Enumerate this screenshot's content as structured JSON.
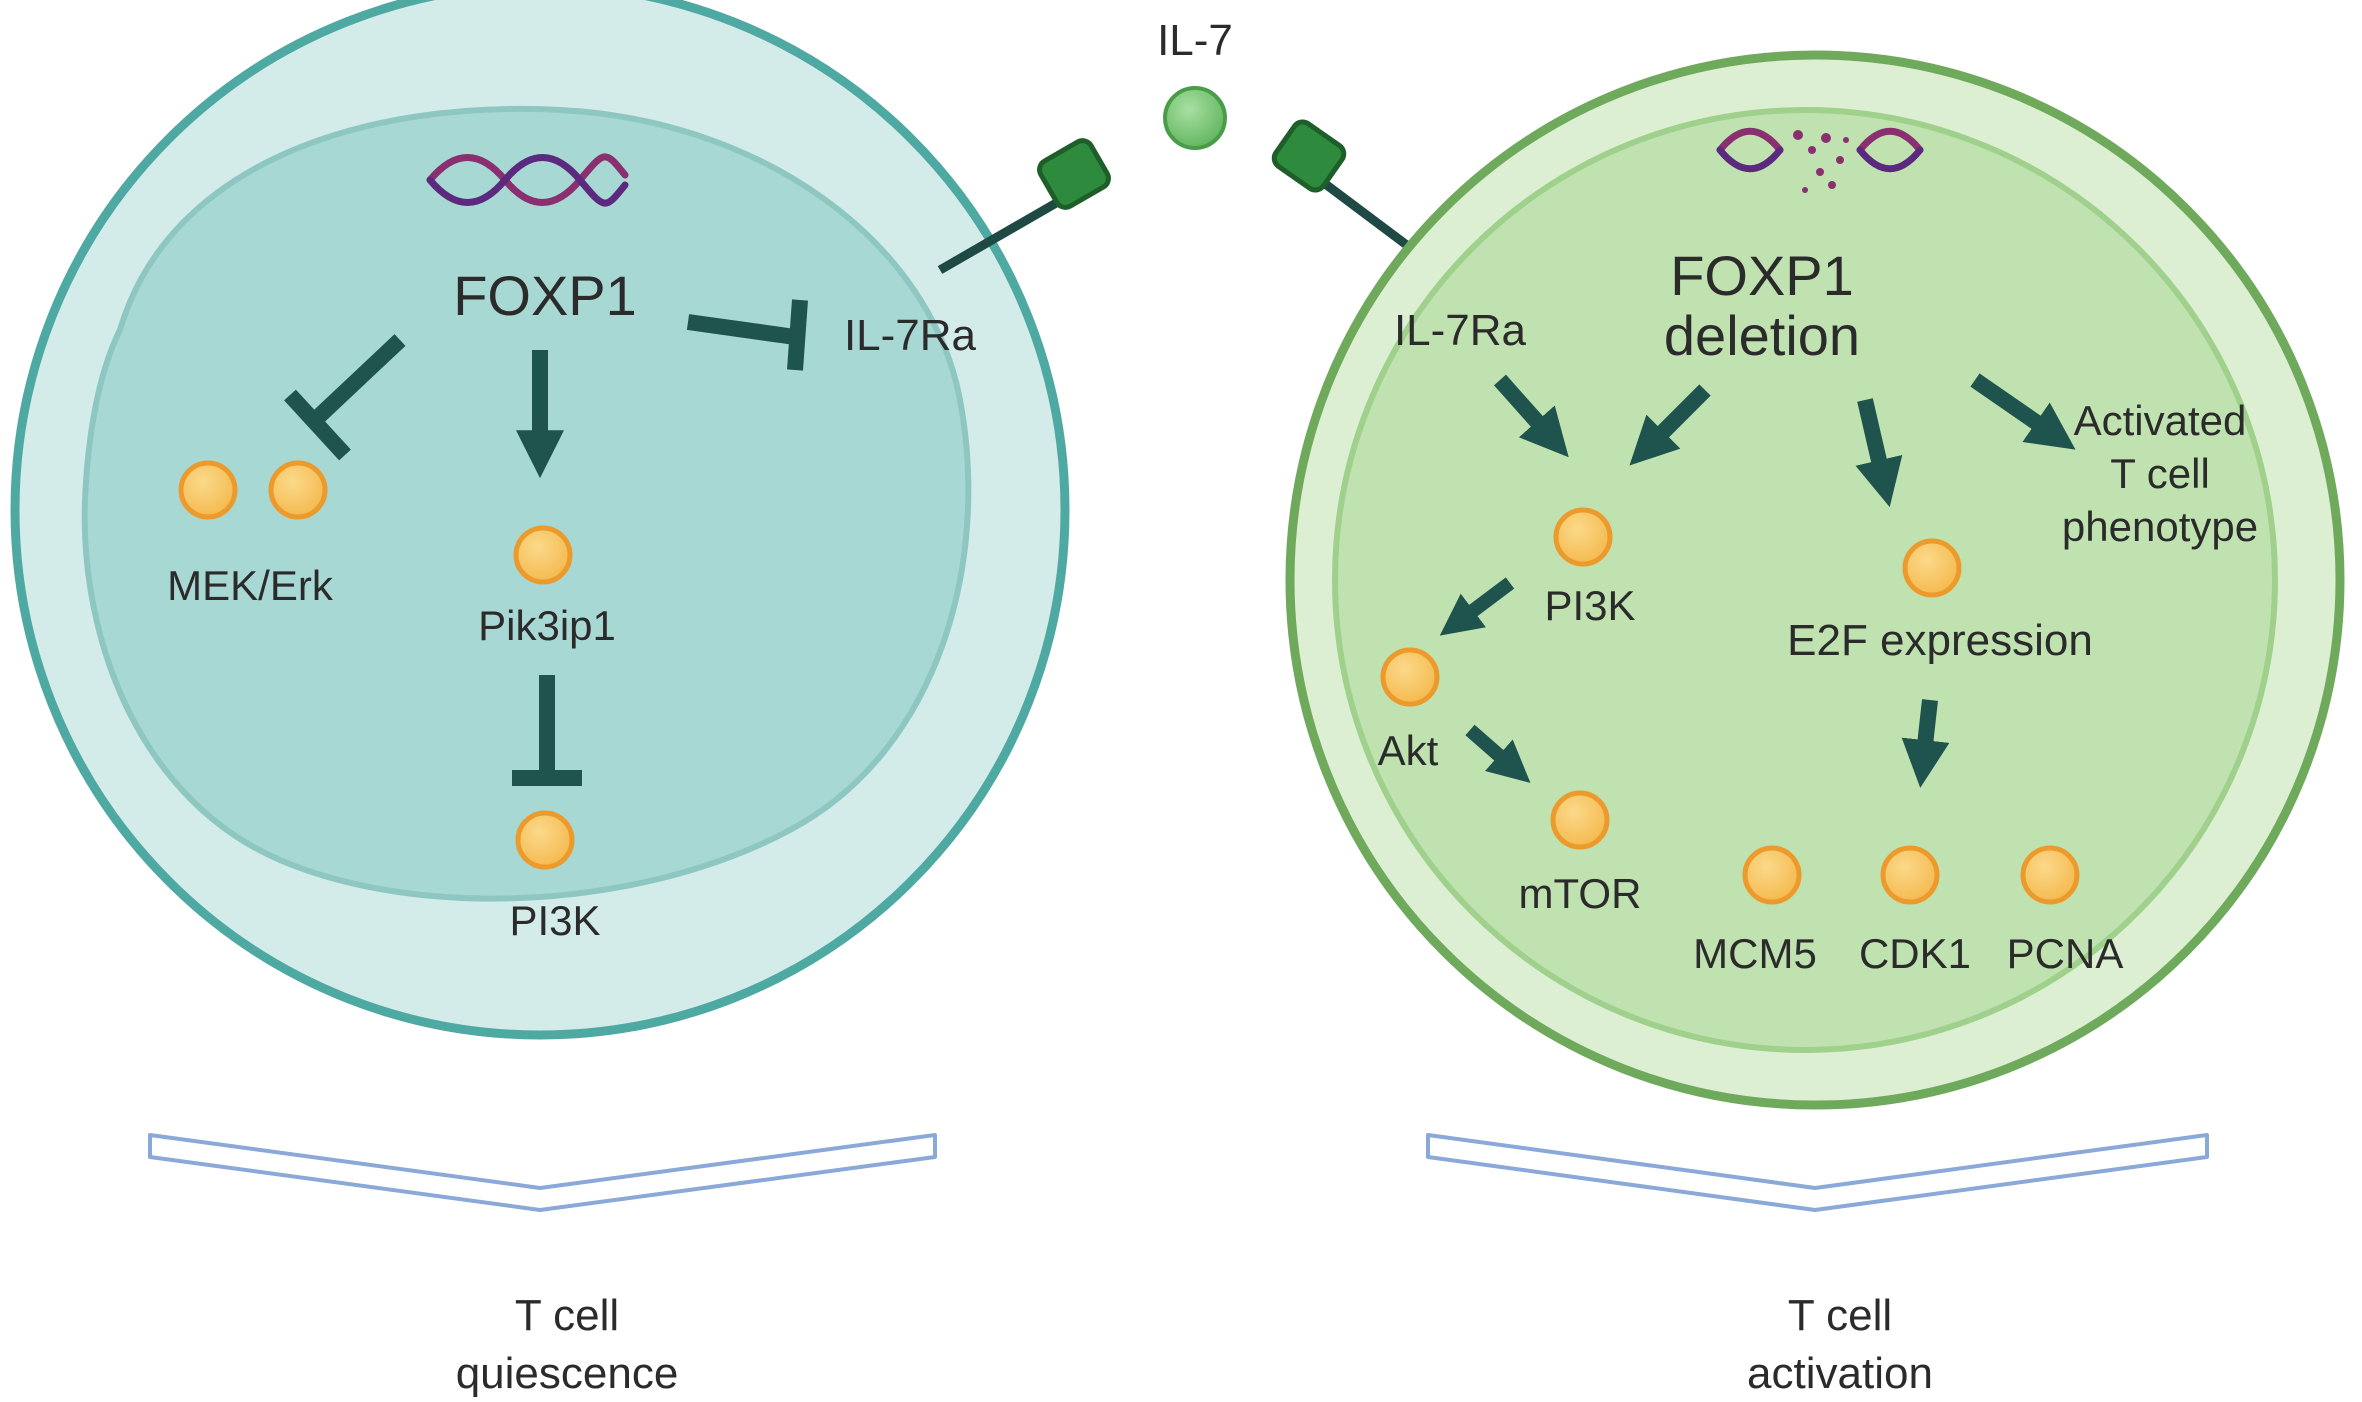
{
  "ligand": {
    "label": "IL-7"
  },
  "left_cell": {
    "gene": "FOXP1",
    "receptor": "IL-7Ra",
    "nodes": {
      "mek": "MEK/Erk",
      "pik3ip1": "Pik3ip1",
      "pi3k": "PI3K"
    },
    "caption_line1": "T cell",
    "caption_line2": "quiescence"
  },
  "right_cell": {
    "gene_line1": "FOXP1",
    "gene_line2": "deletion",
    "receptor": "IL-7Ra",
    "nodes": {
      "pi3k": "PI3K",
      "akt": "Akt",
      "mtor": "mTOR",
      "e2f": "E2F expression",
      "mcm5": "MCM5",
      "cdk1": "CDK1",
      "pcna": "PCNA"
    },
    "phenotype_line1": "Activated",
    "phenotype_line2": "T cell",
    "phenotype_line3": "phenotype",
    "caption_line1": "T cell",
    "caption_line2": "activation"
  },
  "colors": {
    "left_membrane": "#4fa9a3",
    "left_outer_fill": "#d3ebe9",
    "left_inner_fill": "#a8d8d4",
    "right_membrane": "#6faa5c",
    "right_outer_fill": "#dcefd2",
    "right_inner_fill": "#bfe2b0",
    "arrow": "#1e544d",
    "node_fill": "#f7c35e",
    "node_stroke": "#ec9a2c",
    "receptor": "#2e8a3c",
    "ligand": "#7cc77a"
  }
}
